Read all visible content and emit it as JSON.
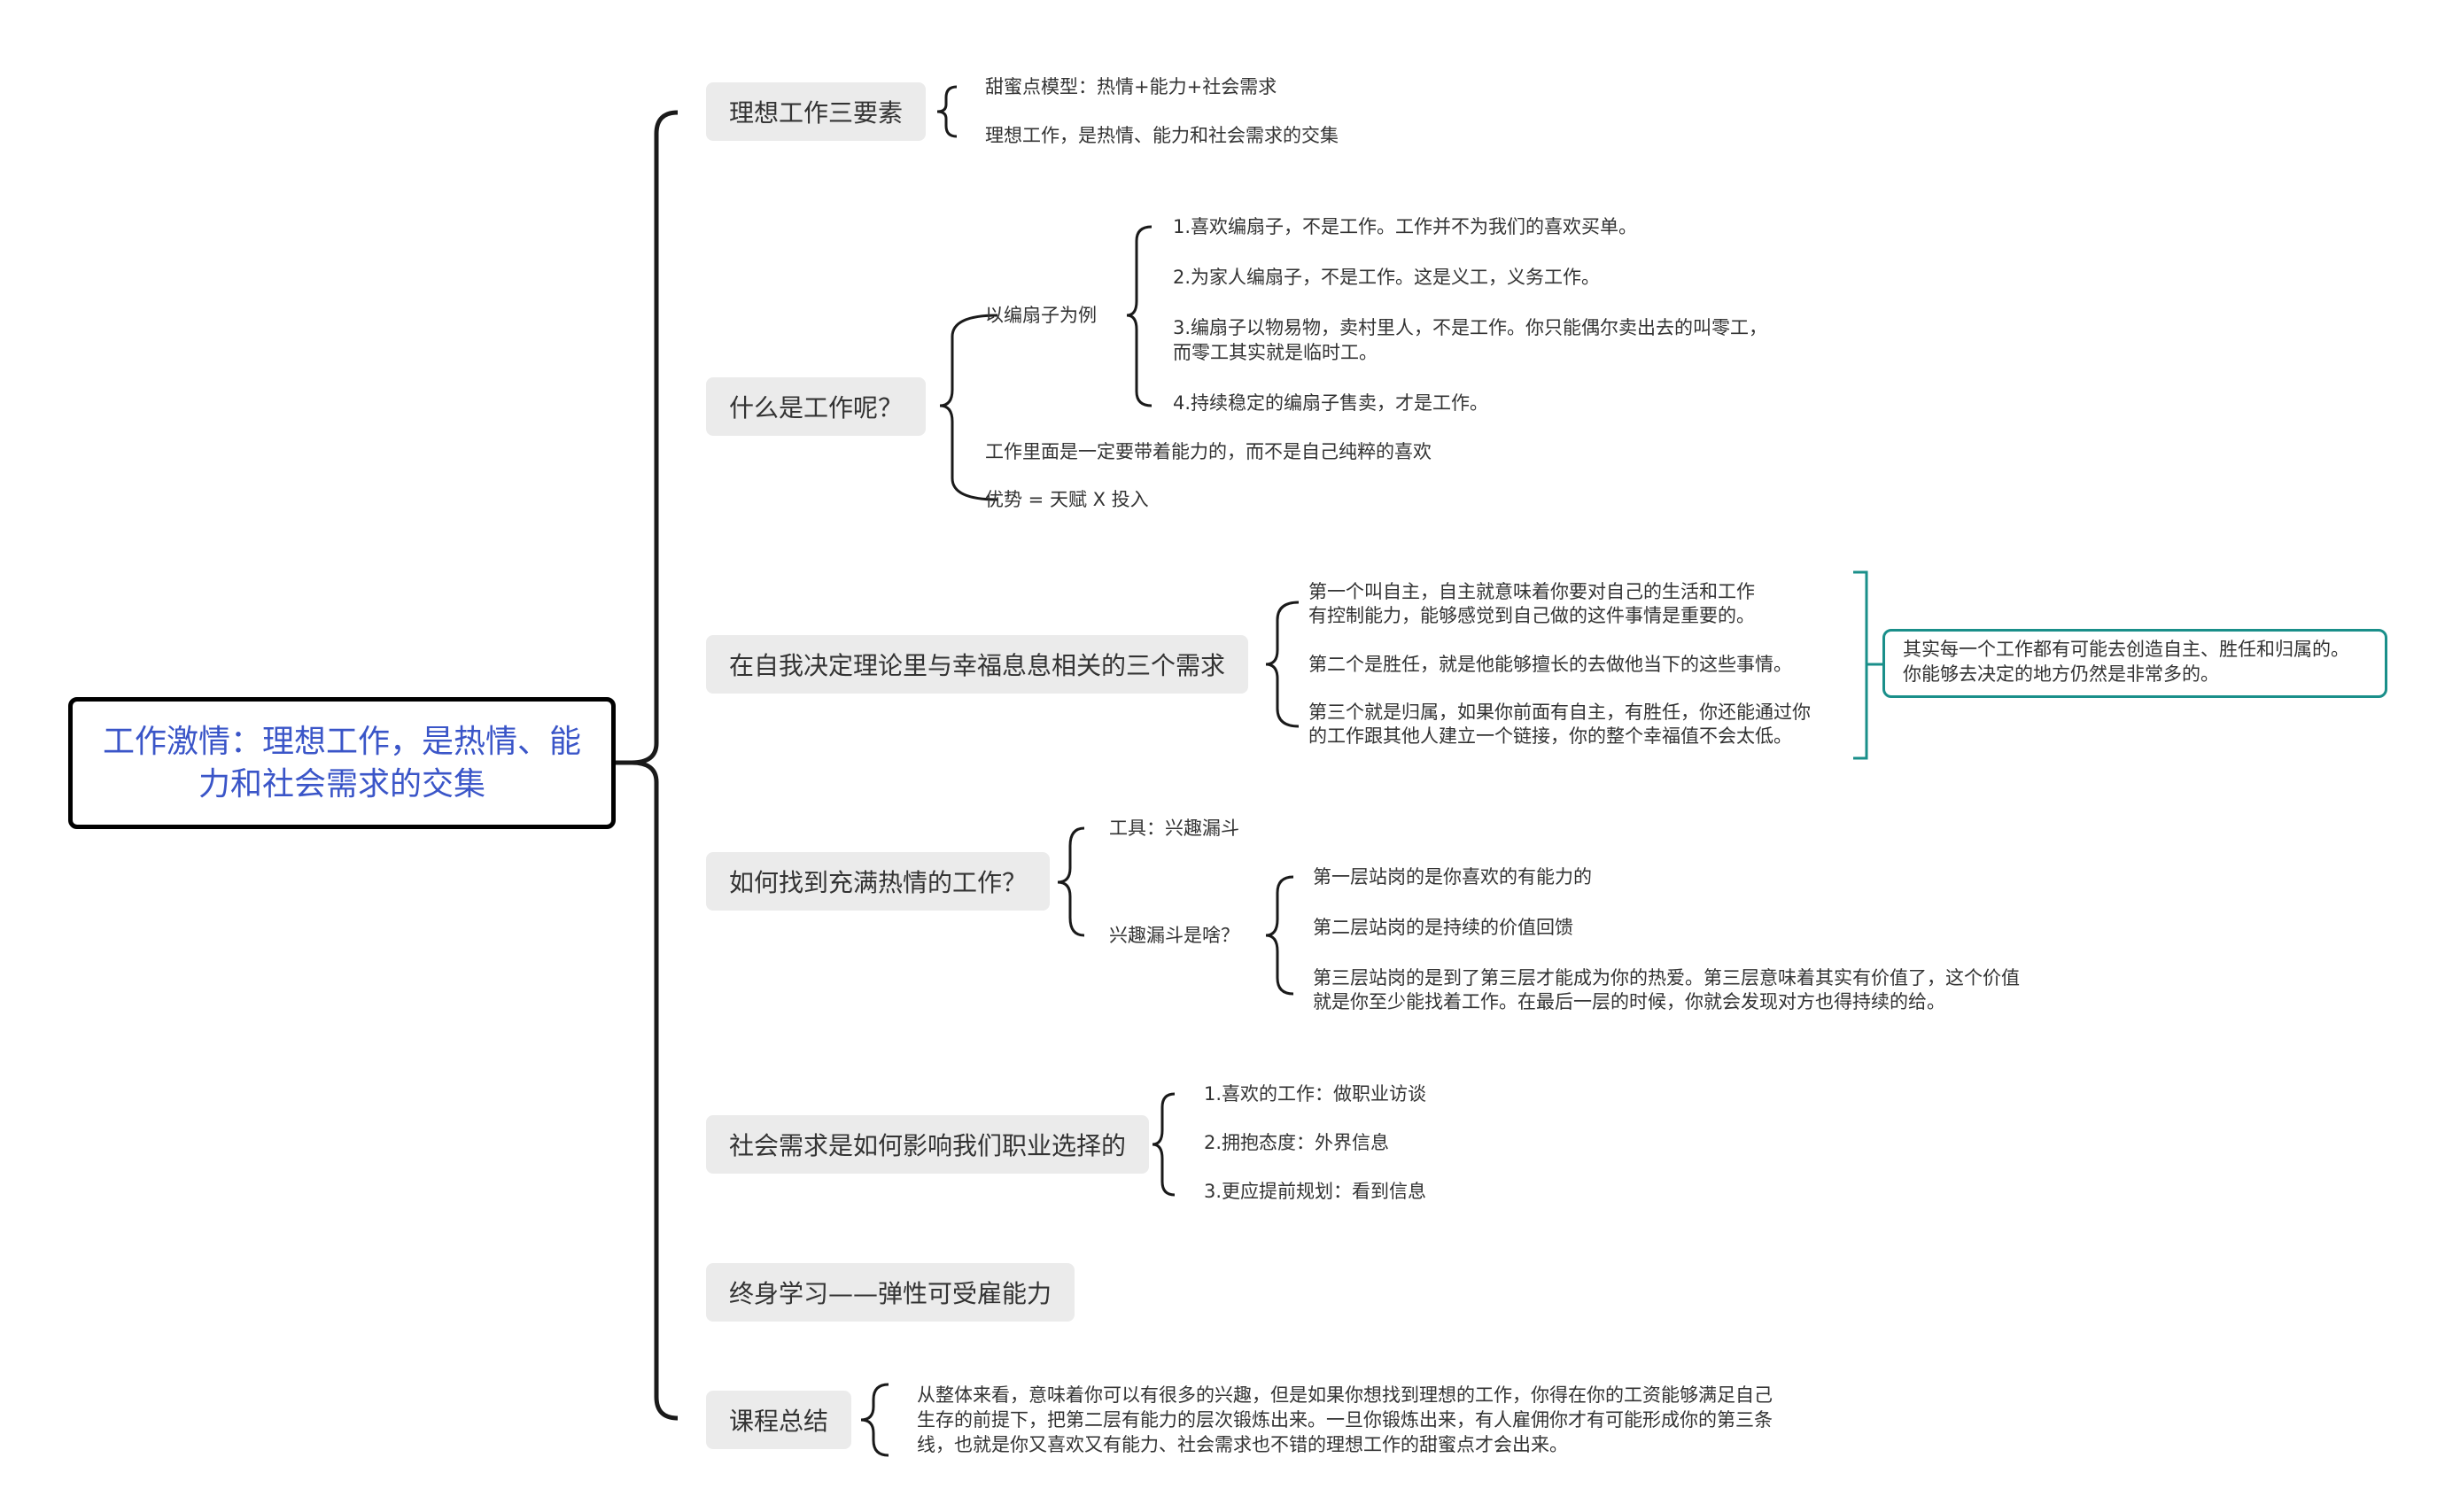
{
  "root": {
    "title": "工作激情：理想工作，是热情、能力和社会需求的交集"
  },
  "branches": [
    {
      "label": "理想工作三要素",
      "items": [
        "甜蜜点模型：热情+能力+社会需求",
        "理想工作，是热情、能力和社会需求的交集"
      ]
    },
    {
      "label": "什么是工作呢？",
      "example": {
        "label": "以编扇子为例",
        "items": [
          "1.喜欢编扇子，不是工作。工作并不为我们的喜欢买单。",
          "2.为家人编扇子，不是工作。这是义工，义务工作。",
          "3.编扇子以物易物，卖村里人，不是工作。你只能偶尔卖出去的叫零工，",
          "而零工其实就是临时工。",
          "4.持续稳定的编扇子售卖，才是工作。"
        ]
      },
      "items": [
        "工作里面是一定要带着能力的，而不是自己纯粹的喜欢",
        "优势 = 天赋 X 投入"
      ]
    },
    {
      "label": "在自我决定理论里与幸福息息相关的三个需求",
      "items": [
        "第一个叫自主，自主就意味着你要对自己的生活和工作",
        "有控制能力，能够感觉到自己做的这件事情是重要的。",
        "第二个是胜任，就是他能够擅长的去做他当下的这些事情。",
        "第三个就是归属，如果你前面有自主，有胜任，你还能通过你",
        "的工作跟其他人建立一个链接，你的整个幸福值不会太低。"
      ],
      "summary": [
        "其实每一个工作都有可能去创造自主、胜任和归属的。",
        "你能够去决定的地方仍然是非常多的。"
      ]
    },
    {
      "label": "如何找到充满热情的工作？",
      "tool": "工具：兴趣漏斗",
      "funnel": {
        "label": "兴趣漏斗是啥？",
        "items": [
          "第一层站岗的是你喜欢的有能力的",
          "第二层站岗的是持续的价值回馈",
          "第三层站岗的是到了第三层才能成为你的热爱。第三层意味着其实有价值了，这个价值",
          "就是你至少能找着工作。在最后一层的时候，你就会发现对方也得持续的给。"
        ]
      }
    },
    {
      "label": "社会需求是如何影响我们职业选择的",
      "items": [
        "1.喜欢的工作：做职业访谈",
        "2.拥抱态度：外界信息",
        "3.更应提前规划：看到信息"
      ]
    },
    {
      "label": "终身学习——弹性可受雇能力"
    },
    {
      "label": "课程总结",
      "items": [
        "从整体来看，意味着你可以有很多的兴趣，但是如果你想找到理想的工作，你得在你的工资能够满足自己",
        "生存的前提下，把第二层有能力的层次锻炼出来。一旦你锻炼出来，有人雇佣你才有可能形成你的第三条",
        "线，也就是你又喜欢又有能力、社会需求也不错的理想工作的甜蜜点才会出来。"
      ]
    }
  ],
  "colors": {
    "line": "#1a1a1a",
    "root_text": "#3a55c8",
    "note_border": "#1a8f8a",
    "topic_bg": "#ebebeb"
  }
}
